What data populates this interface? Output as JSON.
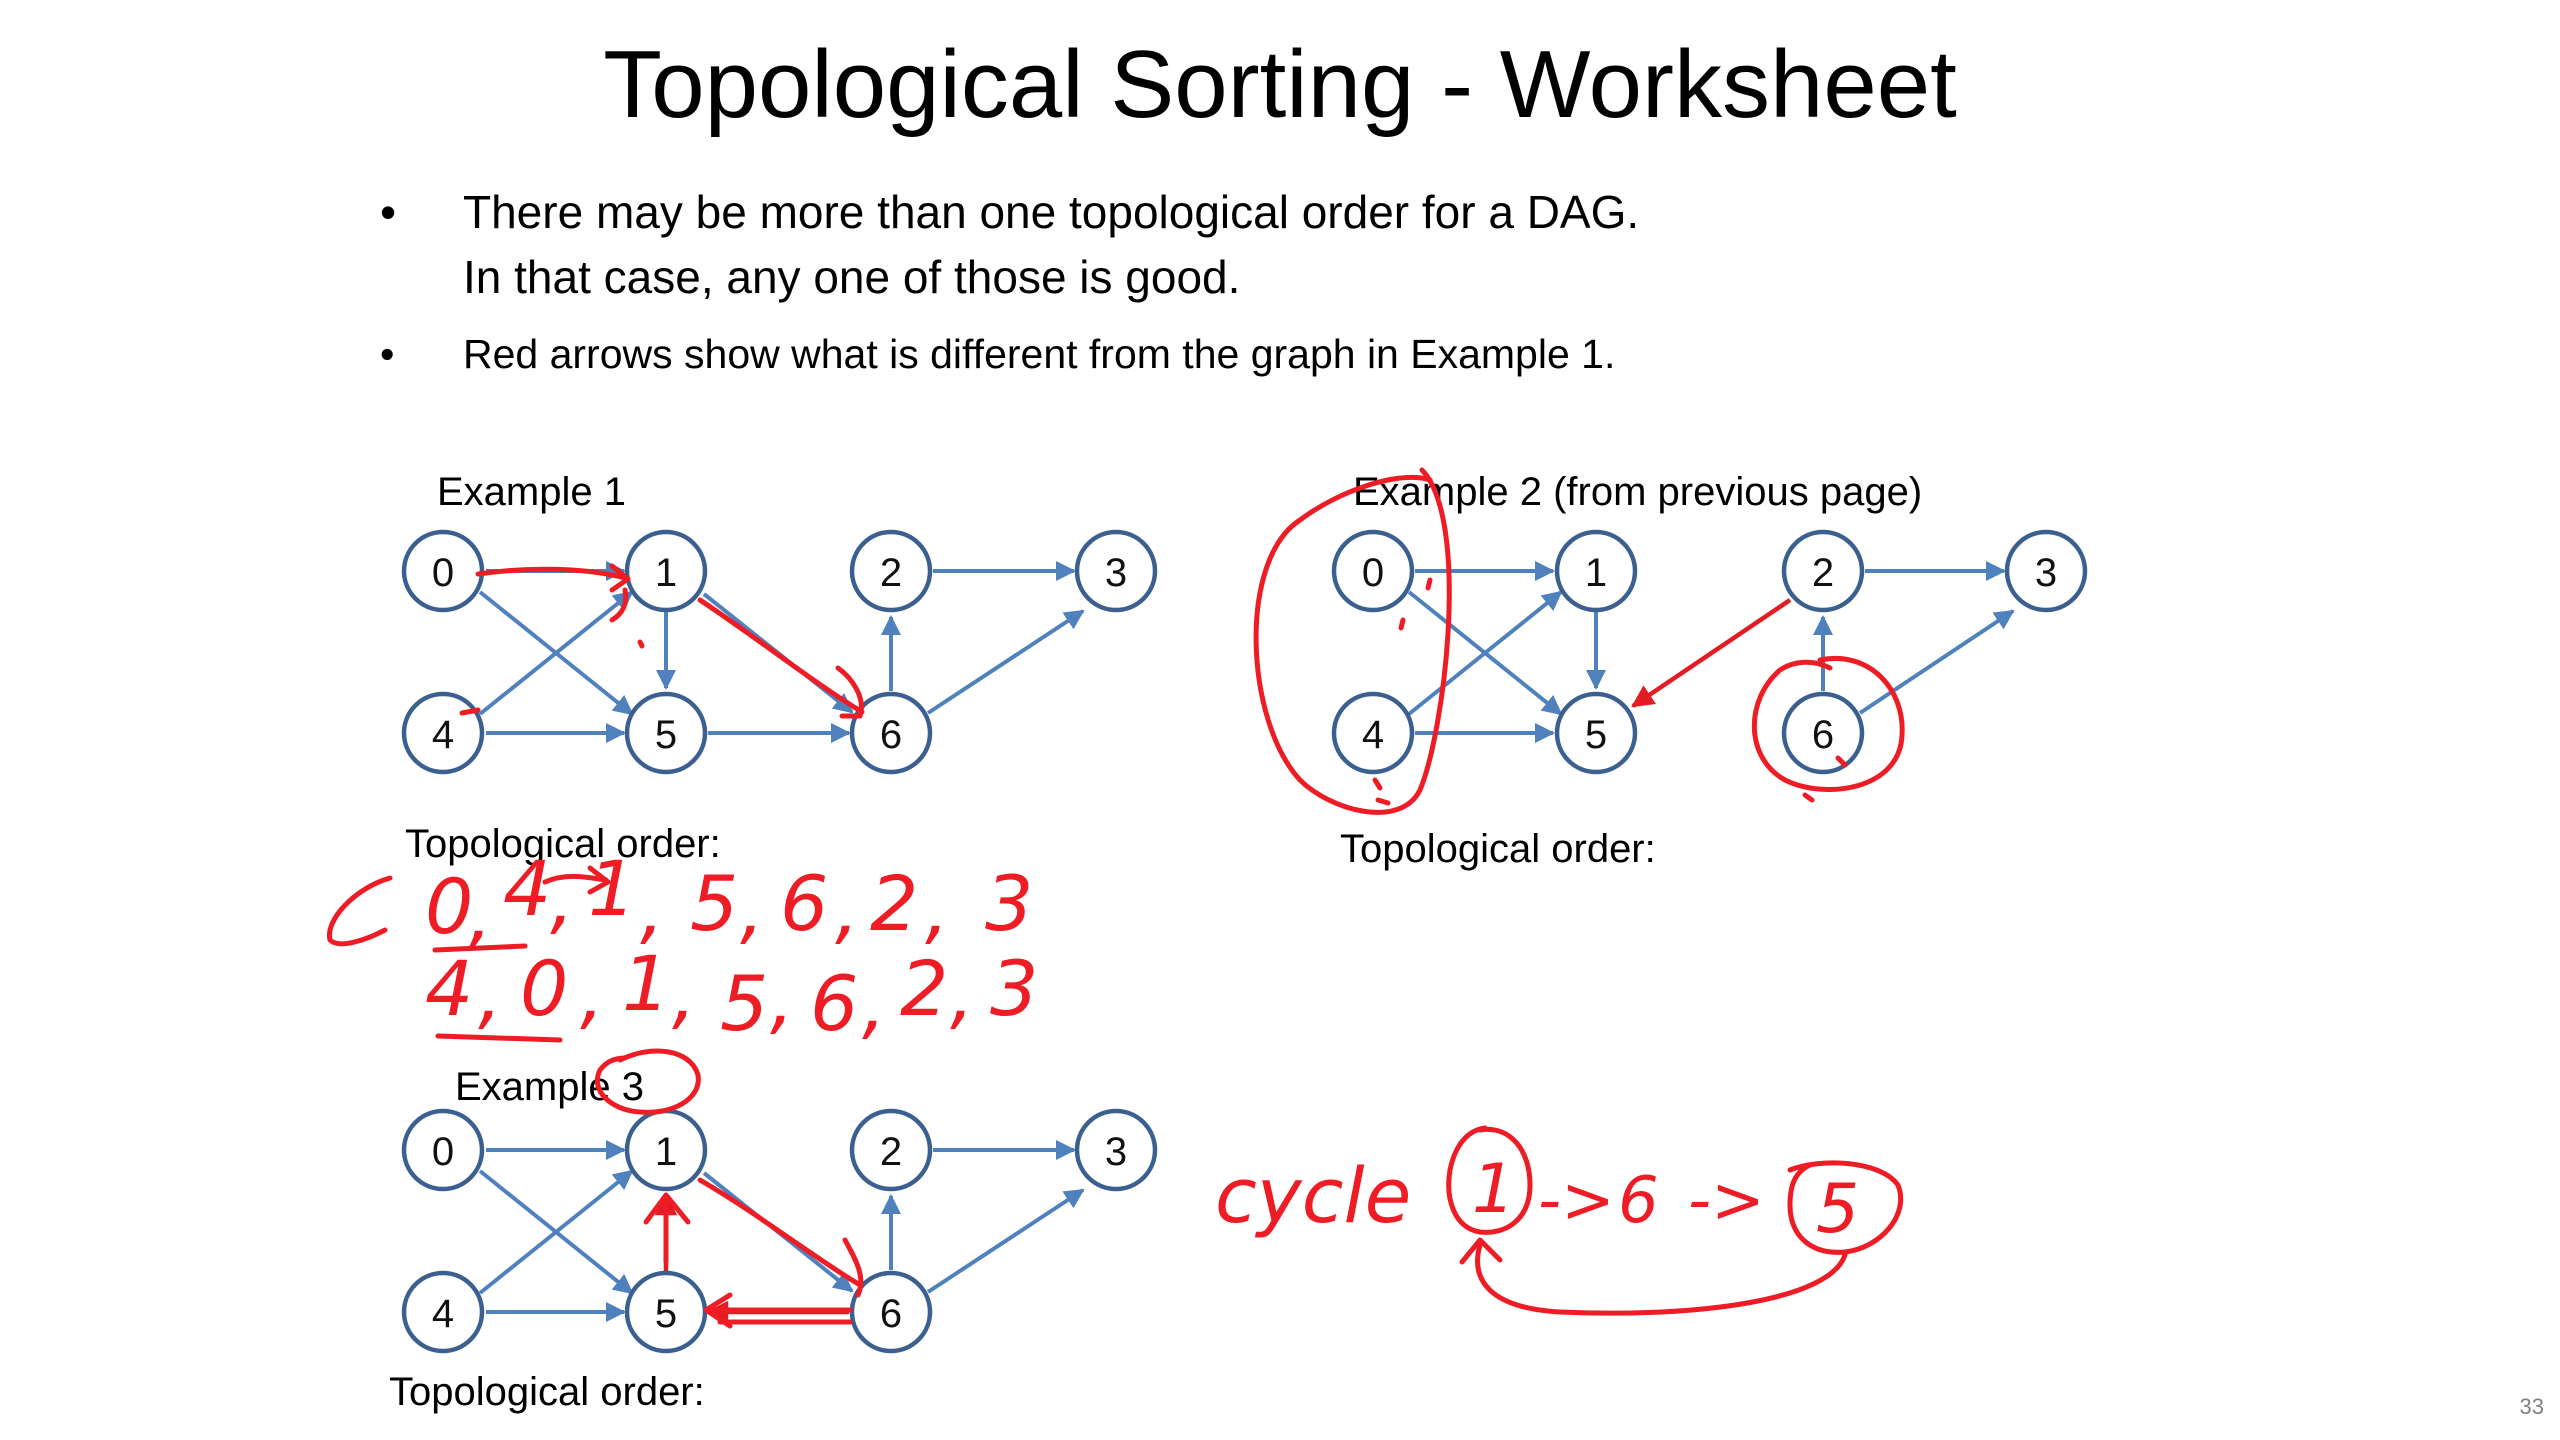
{
  "slide": {
    "title": "Topological Sorting - Worksheet",
    "page_number": "33"
  },
  "bullets": [
    {
      "marker": "•",
      "lines": [
        "There may be more than one topological order for a DAG.",
        "In that case, any one of those is good."
      ]
    },
    {
      "marker": "•",
      "lines": [
        "Red arrows show what is different from the graph in Example 1."
      ]
    }
  ],
  "examples": [
    {
      "label": "Example 1",
      "order_label": "Topological order:"
    },
    {
      "label": "Example 2 (from previous page)",
      "order_label": "Topological order:"
    },
    {
      "label": "Example 3",
      "order_label": "Topological order:"
    }
  ],
  "node_labels": [
    "0",
    "1",
    "2",
    "3",
    "4",
    "5",
    "6"
  ],
  "handwriting": {
    "order_line_1": [
      "0",
      ",",
      "4",
      ",",
      "1",
      ",",
      "5",
      ",",
      "6",
      ",",
      "2",
      ",",
      "3"
    ],
    "order_line_2": [
      "4",
      ",",
      "0",
      ",",
      "1",
      ",",
      "5",
      ",",
      "6",
      ",",
      "2",
      ",",
      "3"
    ],
    "cycle_word": "cycle",
    "cycle_nodes": [
      "1",
      "6",
      "5"
    ],
    "cycle_arrow": "->"
  },
  "colors": {
    "edge_blue": "#4f81bd",
    "node_stroke": "#3b5f8f",
    "annotation_red": "#ee1c24"
  }
}
